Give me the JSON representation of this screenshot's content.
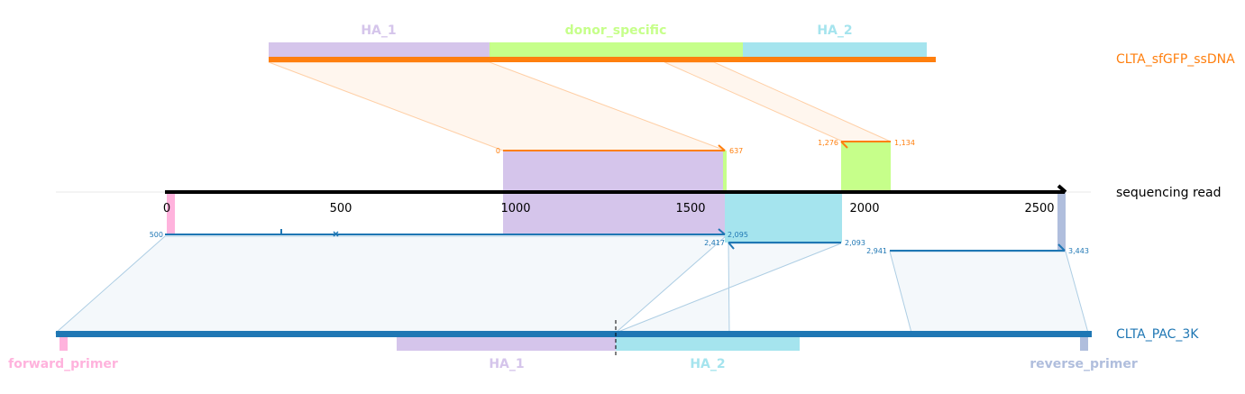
{
  "colors": {
    "donor": "#ff7f0e",
    "target": "#1f77b4",
    "ha1": "#d5c5eb",
    "ha2": "#a5e4ee",
    "donor_specific": "#c6ff8a",
    "forward_primer": "#ffb3dd",
    "reverse_primer": "#b0bedd",
    "read": "#000000"
  },
  "top": {
    "sequence_label": "CLTA_sfGFP_ssDNA",
    "features": {
      "ha1": "HA_1",
      "donor_specific": "donor_specific",
      "ha2": "HA_2"
    }
  },
  "read": {
    "label": "sequencing read",
    "ticks": [
      "0",
      "500",
      "1000",
      "1500",
      "2000",
      "2500"
    ]
  },
  "bottom": {
    "sequence_label": "CLTA_PAC_3K",
    "features": {
      "forward_primer": "forward_primer",
      "ha1": "HA_1",
      "ha2": "HA_2",
      "reverse_primer": "reverse_primer"
    }
  },
  "alignments": {
    "donor_1": {
      "start": "0",
      "end": "637"
    },
    "donor_2": {
      "start": "1,276",
      "end": "1,134"
    },
    "target_1": {
      "start": "500",
      "end": "2,095"
    },
    "target_2": {
      "start": "2,417",
      "end": "2,093"
    },
    "target_3": {
      "start": "2,941",
      "end": "3,443"
    }
  }
}
